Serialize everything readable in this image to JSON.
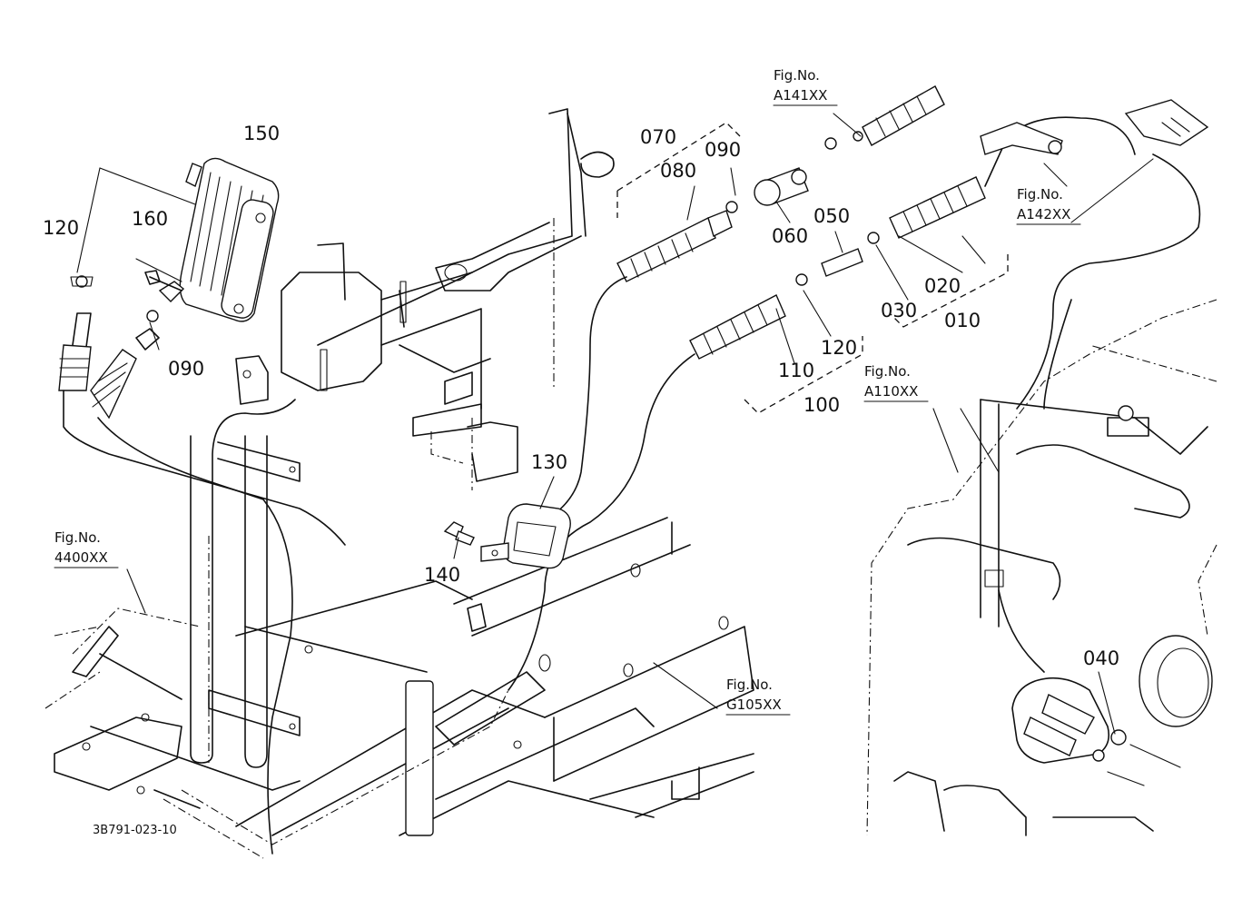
{
  "diagram_code": "3B791-023-10",
  "part_labels": {
    "p150": "150",
    "p120a": "120",
    "p160": "160",
    "p090a": "090",
    "p070": "070",
    "p080": "080",
    "p090b": "090",
    "p060": "060",
    "p050": "050",
    "p030": "030",
    "p020": "020",
    "p010": "010",
    "p120b": "120",
    "p110": "110",
    "p100": "100",
    "p130": "130",
    "p140": "140",
    "p040": "040"
  },
  "figure_refs": {
    "a141": {
      "title": "Fig.No.",
      "code": "A141XX"
    },
    "a142": {
      "title": "Fig.No.",
      "code": "A142XX"
    },
    "a110": {
      "title": "Fig.No.",
      "code": "A110XX"
    },
    "f4400": {
      "title": "Fig.No.",
      "code": "4400XX"
    },
    "g105": {
      "title": "Fig.No.",
      "code": "G105XX"
    }
  }
}
